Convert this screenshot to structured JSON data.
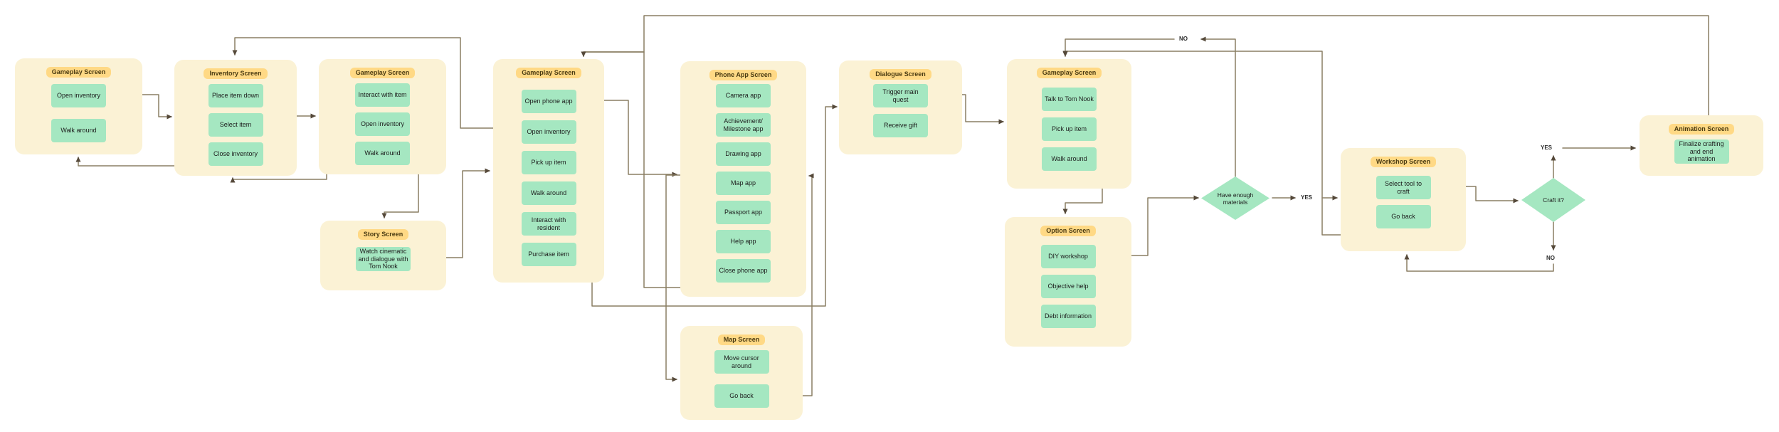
{
  "screens": [
    {
      "title": "Gameplay Screen",
      "actions": [
        "Open inventory",
        "Walk around"
      ]
    },
    {
      "title": "Inventory Screen",
      "actions": [
        "Place item down",
        "Select item",
        "Close inventory"
      ]
    },
    {
      "title": "Gameplay Screen",
      "actions": [
        "Interact with item",
        "Open inventory",
        "Walk around"
      ]
    },
    {
      "title": "Story Screen",
      "actions": [
        "Watch cinematic and dialogue with Tom Nook"
      ]
    },
    {
      "title": "Gameplay Screen",
      "actions": [
        "Open phone app",
        "Open inventory",
        "Pick up item",
        "Walk around",
        "Interact with resident",
        "Purchase item"
      ]
    },
    {
      "title": "Phone App Screen",
      "actions": [
        "Camera app",
        "Achievement/ Milestone app",
        "Drawing app",
        "Map app",
        "Passport app",
        "Help app",
        "Close phone app"
      ]
    },
    {
      "title": "Map Screen",
      "actions": [
        "Move cursor around",
        "Go back"
      ]
    },
    {
      "title": "Dialogue Screen",
      "actions": [
        "Trigger main quest",
        "Receive gift"
      ]
    },
    {
      "title": "Gameplay Screen",
      "actions": [
        "Talk to Tom Nook",
        "Pick up item",
        "Walk around"
      ]
    },
    {
      "title": "Option Screen",
      "actions": [
        "DIY workshop",
        "Objective help",
        "Debt information"
      ]
    },
    {
      "title": "Workshop Screen",
      "actions": [
        "Select tool to craft",
        "Go back"
      ]
    },
    {
      "title": "Animation Screen",
      "actions": [
        "Finalize crafting and end animation"
      ]
    }
  ],
  "decisions": [
    {
      "label": "Have enough materials"
    },
    {
      "label": "Craft it?"
    }
  ],
  "edge_labels": {
    "materials_no": "NO",
    "materials_yes": "YES",
    "craft_yes": "YES",
    "craft_no": "NO"
  },
  "colors": {
    "section_fill": "#FBF2D5",
    "title_chip": "#FFD985",
    "action_fill": "#A5E7C1",
    "connector": "#8A7E63",
    "arrowhead": "#55493A"
  }
}
